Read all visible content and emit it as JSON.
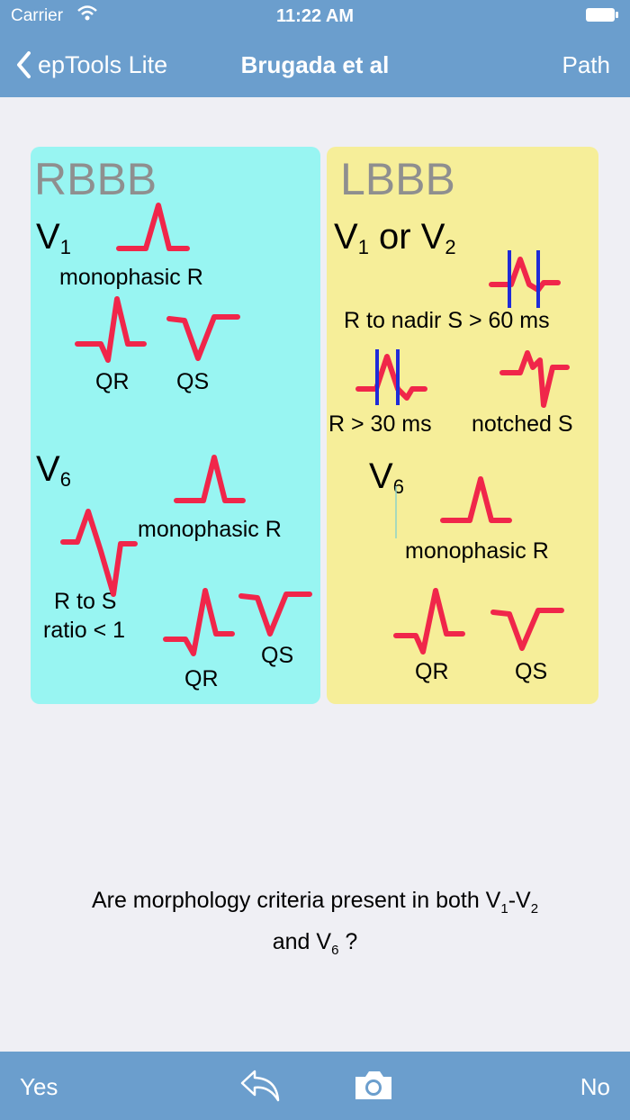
{
  "status_bar": {
    "carrier": "Carrier",
    "time": "11:22 AM"
  },
  "nav": {
    "back_label": "epTools Lite",
    "title": "Brugada et al",
    "right_label": "Path"
  },
  "figure": {
    "rbbb": {
      "heading": "RBBB",
      "v1_lead": "V",
      "v1_sub": "1",
      "v1_mono": "monophasic R",
      "v1_qr": "QR",
      "v1_qs": "QS",
      "v6_lead": "V",
      "v6_sub": "6",
      "v6_mono": "monophasic R",
      "v6_ratio_line1": "R to S",
      "v6_ratio_line2": "ratio < 1",
      "v6_qr": "QR",
      "v6_qs": "QS"
    },
    "lbbb": {
      "heading": "LBBB",
      "v12_a": "V",
      "v12_a_sub": "1",
      "v12_or": " or ",
      "v12_b": "V",
      "v12_b_sub": "2",
      "nadir": "R to nadir S > 60 ms",
      "r30": "R > 30 ms",
      "notched": "notched S",
      "v6_lead": "V",
      "v6_sub": "6",
      "v6_mono": "monophasic R",
      "v6_qr": "QR",
      "v6_qs": "QS"
    },
    "colors": {
      "rbbb_panel": "#98f5f2",
      "lbbb_panel": "#f6ee99",
      "waveform": "#f0264a",
      "marker": "#1f2bd8",
      "heading": "#8f8f8f"
    }
  },
  "question": {
    "part1": "Are morphology criteria present in both V",
    "sub1": "1",
    "dash": "-V",
    "sub2": "2",
    "part2": "and V",
    "sub3": "6",
    "part3": " ?"
  },
  "toolbar": {
    "yes_label": "Yes",
    "no_label": "No",
    "icons": [
      "undo-arrow-icon",
      "camera-icon"
    ]
  }
}
